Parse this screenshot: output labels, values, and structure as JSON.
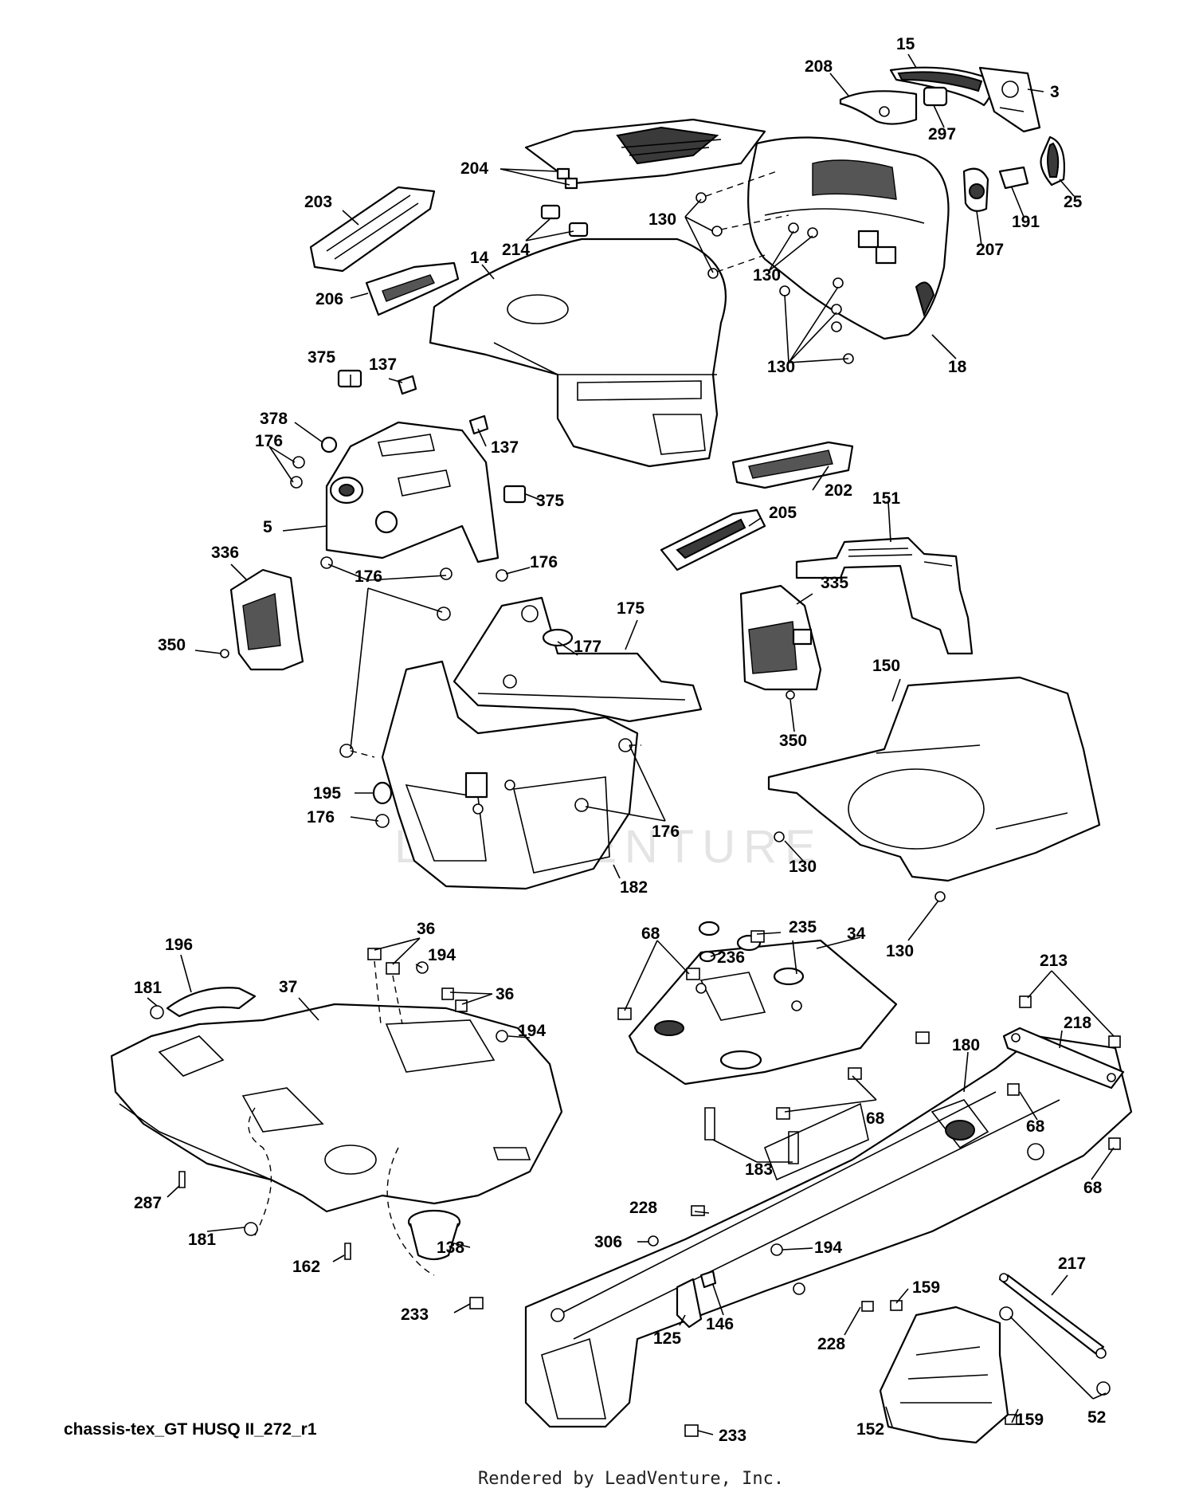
{
  "diagram": {
    "caption": "chassis-tex_GT HUSQ II_272_r1",
    "rendered_by": "Rendered by LeadVenture, Inc.",
    "watermark": "LEADVENTURE",
    "callouts": [
      {
        "id": "c15",
        "text": "15"
      },
      {
        "id": "c208",
        "text": "208"
      },
      {
        "id": "c3",
        "text": "3"
      },
      {
        "id": "c297",
        "text": "297"
      },
      {
        "id": "c204",
        "text": "204"
      },
      {
        "id": "c25",
        "text": "25"
      },
      {
        "id": "c191",
        "text": "191"
      },
      {
        "id": "c203",
        "text": "203"
      },
      {
        "id": "c130a",
        "text": "130"
      },
      {
        "id": "c214",
        "text": "214"
      },
      {
        "id": "c207",
        "text": "207"
      },
      {
        "id": "c14",
        "text": "14"
      },
      {
        "id": "c130b",
        "text": "130"
      },
      {
        "id": "c206",
        "text": "206"
      },
      {
        "id": "c130c",
        "text": "130"
      },
      {
        "id": "c18",
        "text": "18"
      },
      {
        "id": "c375a",
        "text": "375"
      },
      {
        "id": "c137a",
        "text": "137"
      },
      {
        "id": "c378",
        "text": "378"
      },
      {
        "id": "c137b",
        "text": "137"
      },
      {
        "id": "c176a",
        "text": "176"
      },
      {
        "id": "c202",
        "text": "202"
      },
      {
        "id": "c375b",
        "text": "375"
      },
      {
        "id": "c151",
        "text": "151"
      },
      {
        "id": "c5",
        "text": "5"
      },
      {
        "id": "c205",
        "text": "205"
      },
      {
        "id": "c336",
        "text": "336"
      },
      {
        "id": "c176b",
        "text": "176"
      },
      {
        "id": "c176c",
        "text": "176"
      },
      {
        "id": "c175",
        "text": "175"
      },
      {
        "id": "c335",
        "text": "335"
      },
      {
        "id": "c177",
        "text": "177"
      },
      {
        "id": "c350a",
        "text": "350"
      },
      {
        "id": "c150",
        "text": "150"
      },
      {
        "id": "c350b",
        "text": "350"
      },
      {
        "id": "c195",
        "text": "195"
      },
      {
        "id": "c176d",
        "text": "176"
      },
      {
        "id": "c176e",
        "text": "176"
      },
      {
        "id": "c130d",
        "text": "130"
      },
      {
        "id": "c182",
        "text": "182"
      },
      {
        "id": "c130e",
        "text": "130"
      },
      {
        "id": "c68a",
        "text": "68"
      },
      {
        "id": "c235",
        "text": "235"
      },
      {
        "id": "c34",
        "text": "34"
      },
      {
        "id": "c36a",
        "text": "36"
      },
      {
        "id": "c196",
        "text": "196"
      },
      {
        "id": "c194a",
        "text": "194"
      },
      {
        "id": "c236",
        "text": "236"
      },
      {
        "id": "c213",
        "text": "213"
      },
      {
        "id": "c181a",
        "text": "181"
      },
      {
        "id": "c37",
        "text": "37"
      },
      {
        "id": "c36b",
        "text": "36"
      },
      {
        "id": "c218",
        "text": "218"
      },
      {
        "id": "c194b",
        "text": "194"
      },
      {
        "id": "c180",
        "text": "180"
      },
      {
        "id": "c68b",
        "text": "68"
      },
      {
        "id": "c68c",
        "text": "68"
      },
      {
        "id": "c183",
        "text": "183"
      },
      {
        "id": "c68d",
        "text": "68"
      },
      {
        "id": "c287",
        "text": "287"
      },
      {
        "id": "c228a",
        "text": "228"
      },
      {
        "id": "c181b",
        "text": "181"
      },
      {
        "id": "c138",
        "text": "138"
      },
      {
        "id": "c306",
        "text": "306"
      },
      {
        "id": "c194c",
        "text": "194"
      },
      {
        "id": "c162",
        "text": "162"
      },
      {
        "id": "c217",
        "text": "217"
      },
      {
        "id": "c159a",
        "text": "159"
      },
      {
        "id": "c233a",
        "text": "233"
      },
      {
        "id": "c146",
        "text": "146"
      },
      {
        "id": "c125",
        "text": "125"
      },
      {
        "id": "c228b",
        "text": "228"
      },
      {
        "id": "c159b",
        "text": "159"
      },
      {
        "id": "c52",
        "text": "52"
      },
      {
        "id": "c233b",
        "text": "233"
      },
      {
        "id": "c152",
        "text": "152"
      }
    ]
  }
}
